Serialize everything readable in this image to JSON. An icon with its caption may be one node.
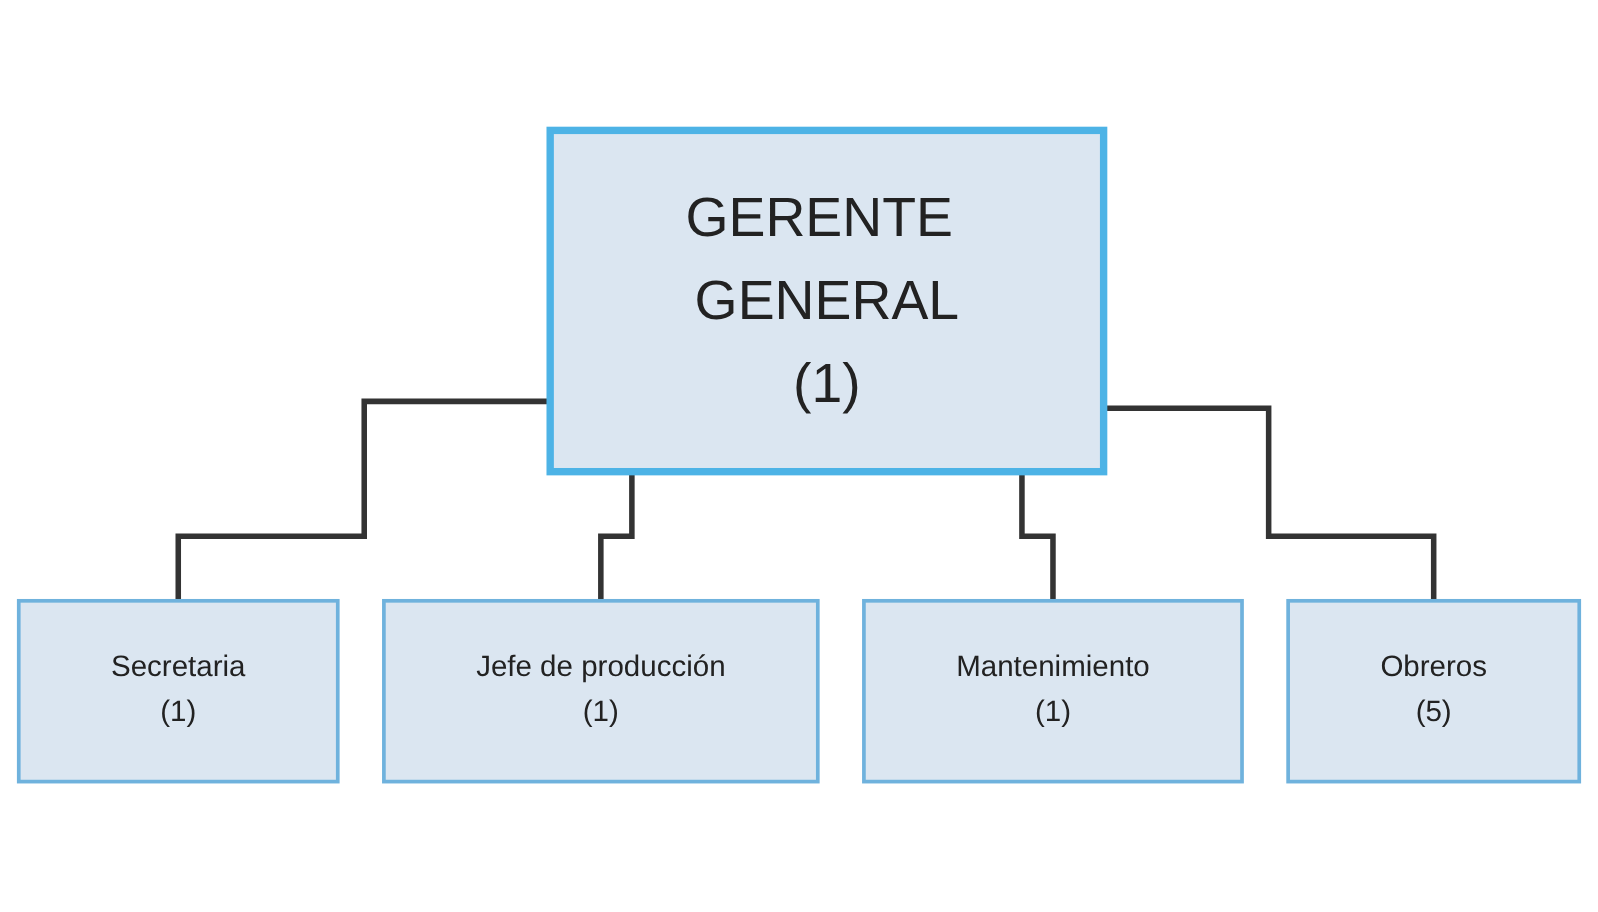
{
  "diagram": {
    "nodes": [
      {
        "text": [
          "GERENTE GENERAL",
          "(1)"
        ]
      },
      {
        "text": [
          "Secretaria",
          "(1)"
        ]
      },
      {
        "text": [
          "Jefe de producción",
          "(1)"
        ]
      },
      {
        "text": [
          "Mantenimiento",
          "(1)"
        ]
      },
      {
        "text": [
          "Obreros",
          "(5)"
        ]
      }
    ],
    "edges": [
      {
        "from": 0,
        "to": 1,
        "arrow": "none"
      },
      {
        "from": 0,
        "to": 2,
        "arrow": "none"
      },
      {
        "from": 0,
        "to": 3,
        "arrow": "none"
      },
      {
        "from": 0,
        "to": 4,
        "arrow": "none"
      }
    ]
  }
}
